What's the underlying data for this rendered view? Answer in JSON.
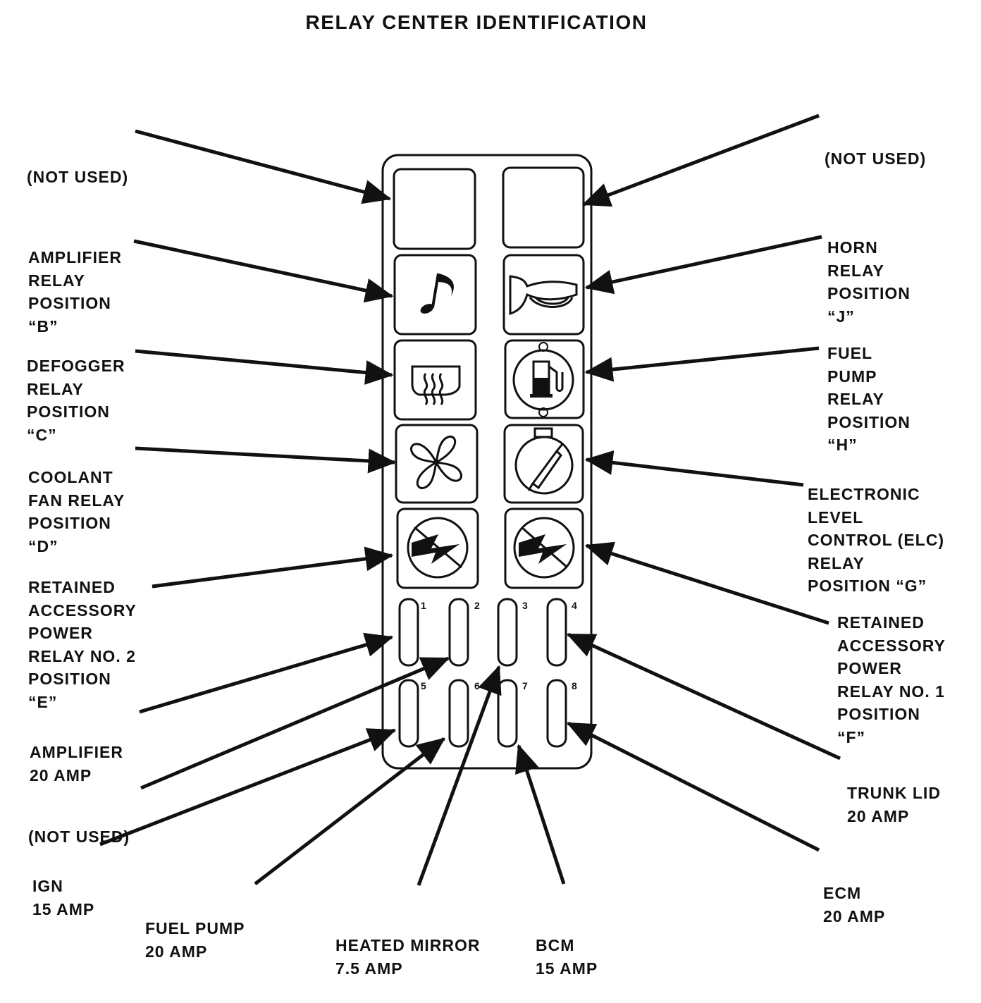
{
  "title": "RELAY CENTER IDENTIFICATION",
  "labels": {
    "not_used_top_left": [
      "(NOT USED)"
    ],
    "amplifier_relay": [
      "AMPLIFIER",
      "RELAY",
      "POSITION",
      "“B”"
    ],
    "defogger_relay": [
      "DEFOGGER",
      "RELAY",
      "POSITION",
      "“C”"
    ],
    "coolant_fan_relay": [
      "COOLANT",
      "FAN RELAY",
      "POSITION",
      "“D”"
    ],
    "retained_accessory_2": [
      "RETAINED",
      "ACCESSORY",
      "POWER",
      "RELAY NO. 2",
      "POSITION",
      "“E”"
    ],
    "amplifier_fuse": [
      "AMPLIFIER",
      "20 AMP"
    ],
    "not_used_bottom_left": [
      "(NOT USED)"
    ],
    "ign_fuse": [
      "IGN",
      "15 AMP"
    ],
    "fuel_pump_fuse": [
      "FUEL PUMP",
      "20 AMP"
    ],
    "heated_mirror_fuse": [
      "HEATED MIRROR",
      "7.5 AMP"
    ],
    "bcm_fuse": [
      "BCM",
      "15 AMP"
    ],
    "ecm_fuse": [
      "ECM",
      "20 AMP"
    ],
    "trunk_lid_fuse": [
      "TRUNK LID",
      "20 AMP"
    ],
    "retained_accessory_1": [
      "RETAINED",
      "ACCESSORY",
      "POWER",
      "RELAY NO. 1",
      "POSITION",
      "“F”"
    ],
    "elc_relay": [
      "ELECTRONIC",
      "LEVEL",
      "CONTROL (ELC)",
      "RELAY",
      "POSITION “G”"
    ],
    "fuel_pump_relay": [
      "FUEL",
      "PUMP",
      "RELAY",
      "POSITION",
      "“H”"
    ],
    "horn_relay": [
      "HORN",
      "RELAY",
      "POSITION",
      "“J”"
    ],
    "not_used_top_right": [
      "(NOT USED)"
    ]
  },
  "fuse_numbers": [
    "1",
    "2",
    "3",
    "4",
    "5",
    "6",
    "7",
    "8"
  ],
  "icons": {
    "relay_b": "music-note-icon",
    "relay_c": "rear-defogger-icon",
    "relay_d": "fan-icon",
    "relay_e": "lightning-bolt-icon",
    "relay_f": "lightning-bolt-icon",
    "relay_g": "level-control-gauge-icon",
    "relay_h": "fuel-pump-icon",
    "relay_j": "horn-icon"
  }
}
